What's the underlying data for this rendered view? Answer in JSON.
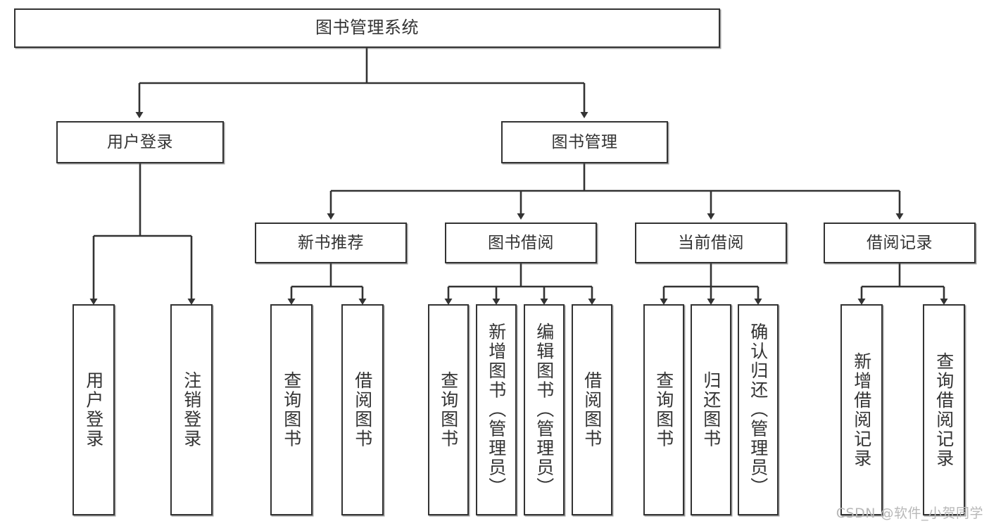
{
  "diagram": {
    "title": "图书管理系统",
    "type": "hierarchy-tree",
    "root": {
      "id": "root",
      "label": "图书管理系统"
    },
    "level2": [
      {
        "id": "user-login",
        "label": "用户登录"
      },
      {
        "id": "book-manage",
        "label": "图书管理"
      }
    ],
    "level3": [
      {
        "id": "new-book-rec",
        "label": "新书推荐",
        "parent": "book-manage"
      },
      {
        "id": "book-borrow",
        "label": "图书借阅",
        "parent": "book-manage"
      },
      {
        "id": "current-borrow",
        "label": "当前借阅",
        "parent": "book-manage"
      },
      {
        "id": "borrow-record",
        "label": "借阅记录",
        "parent": "book-manage"
      }
    ],
    "leaves": [
      {
        "id": "leaf-user-login",
        "label": "用户登录",
        "parent": "user-login"
      },
      {
        "id": "leaf-logout",
        "label": "注销登录",
        "parent": "user-login"
      },
      {
        "id": "leaf-query-book-1",
        "label": "查询图书",
        "parent": "new-book-rec"
      },
      {
        "id": "leaf-borrow-book-1",
        "label": "借阅图书",
        "parent": "new-book-rec"
      },
      {
        "id": "leaf-query-book-2",
        "label": "查询图书",
        "parent": "book-borrow"
      },
      {
        "id": "leaf-add-book",
        "label": "新增图书（管理员）",
        "parent": "book-borrow"
      },
      {
        "id": "leaf-edit-book",
        "label": "编辑图书（管理员）",
        "parent": "book-borrow"
      },
      {
        "id": "leaf-borrow-book-2",
        "label": "借阅图书",
        "parent": "book-borrow"
      },
      {
        "id": "leaf-query-book-3",
        "label": "查询图书",
        "parent": "current-borrow"
      },
      {
        "id": "leaf-return-book",
        "label": "归还图书",
        "parent": "current-borrow"
      },
      {
        "id": "leaf-confirm-return",
        "label": "确认归还（管理员）",
        "parent": "current-borrow"
      },
      {
        "id": "leaf-add-record",
        "label": "新增借阅记录",
        "parent": "borrow-record"
      },
      {
        "id": "leaf-query-record",
        "label": "查询借阅记录",
        "parent": "borrow-record"
      }
    ],
    "colors": {
      "stroke": "#333333",
      "fill": "#ffffff",
      "text": "#333333",
      "watermark": "#b8b8b8"
    }
  },
  "watermark": {
    "text": "CSDN @软件_小贺同学"
  }
}
